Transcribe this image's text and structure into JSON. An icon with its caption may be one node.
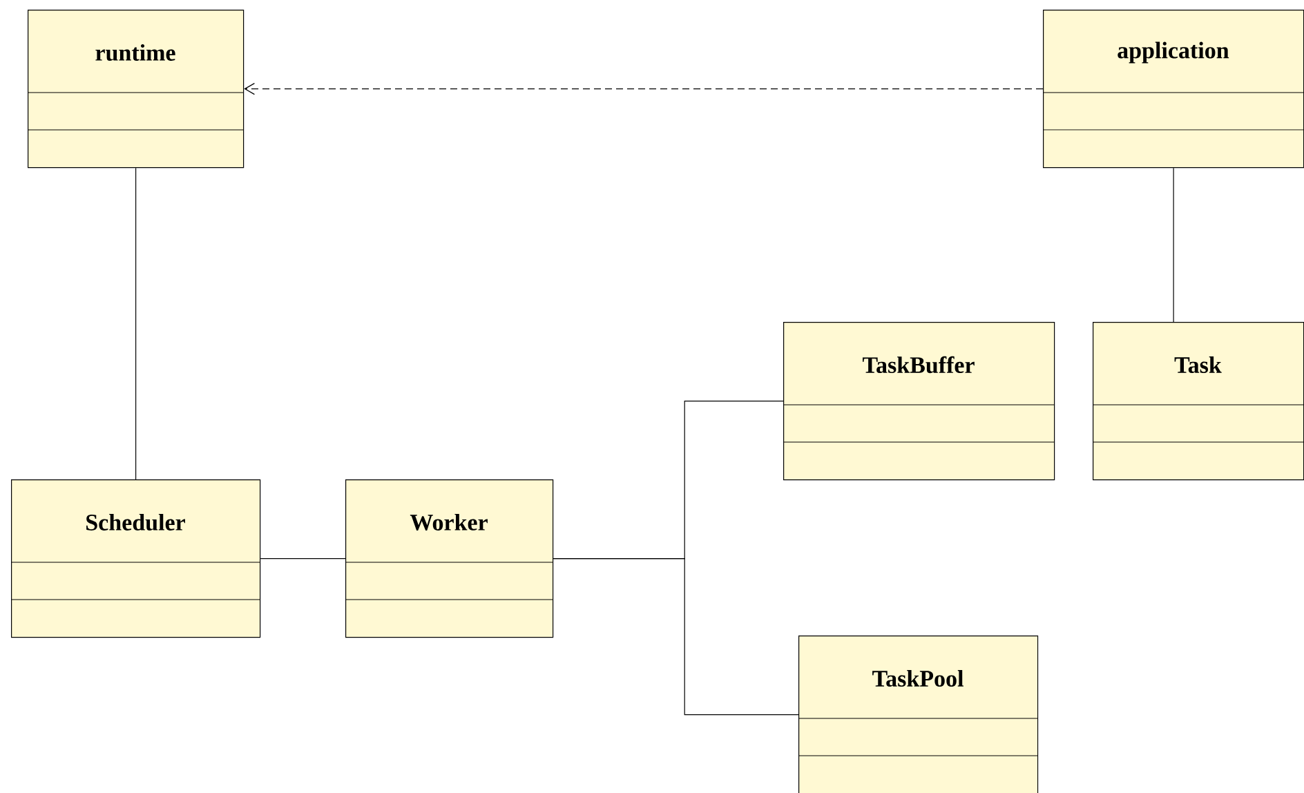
{
  "diagram": {
    "nodes": [
      {
        "text": [
          "runtime"
        ]
      },
      {
        "text": [
          "application"
        ]
      },
      {
        "text": [
          "TaskBuffer"
        ]
      },
      {
        "text": [
          "Task"
        ]
      },
      {
        "text": [
          "Scheduler"
        ]
      },
      {
        "text": [
          "Worker"
        ]
      },
      {
        "text": [
          "TaskPool"
        ]
      }
    ],
    "edges": [
      {
        "from": 1,
        "to": 0,
        "arrow": "to",
        "style": "dashed"
      },
      {
        "from": 0,
        "to": 4,
        "arrow": "none"
      },
      {
        "from": 1,
        "to": 3,
        "arrow": "none"
      },
      {
        "from": 4,
        "to": 5,
        "arrow": "none"
      },
      {
        "from": 5,
        "to": 2,
        "arrow": "none"
      },
      {
        "from": 5,
        "to": 6,
        "arrow": "none"
      }
    ]
  }
}
